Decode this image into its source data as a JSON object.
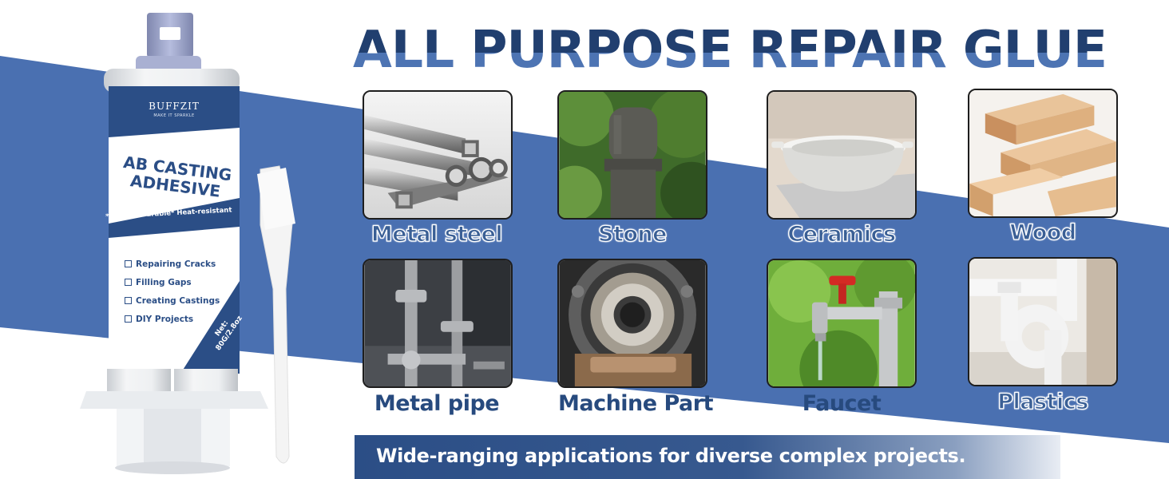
{
  "headline": "ALL PURPOSE REPAIR GLUE",
  "colors": {
    "brand_blue": "#2b4e86",
    "band_blue": "#4a70b1",
    "label_blue": "#3a5f95",
    "tile_border": "#1e1e1e"
  },
  "product": {
    "brand": "BUFFZIT",
    "tagline": "MAKE IT SPARKLE",
    "title_line1": "AB CASTING",
    "title_line2": "ADHESIVE",
    "features": "*Strong* Durable* Heat-resistant",
    "checklist": [
      "Repairing Cracks",
      "Filling Gaps",
      "Creating Castings",
      "DIY Projects"
    ],
    "net_line1": "Net:",
    "net_line2": "80G/2.8oz"
  },
  "materials": [
    {
      "label": "Metal steel",
      "icon": "metal-tubes-photo"
    },
    {
      "label": "Stone",
      "icon": "stone-post-photo"
    },
    {
      "label": "Ceramics",
      "icon": "ceramic-bowl-photo"
    },
    {
      "label": "Wood",
      "icon": "wood-planks-photo"
    },
    {
      "label": "Metal pipe",
      "icon": "metal-pipe-photo"
    },
    {
      "label": "Machine Part",
      "icon": "bearing-photo"
    },
    {
      "label": "Faucet",
      "icon": "faucet-photo"
    },
    {
      "label": "Plastics",
      "icon": "plastic-pipe-photo"
    }
  ],
  "banner": "Wide-ranging applications for diverse complex projects."
}
